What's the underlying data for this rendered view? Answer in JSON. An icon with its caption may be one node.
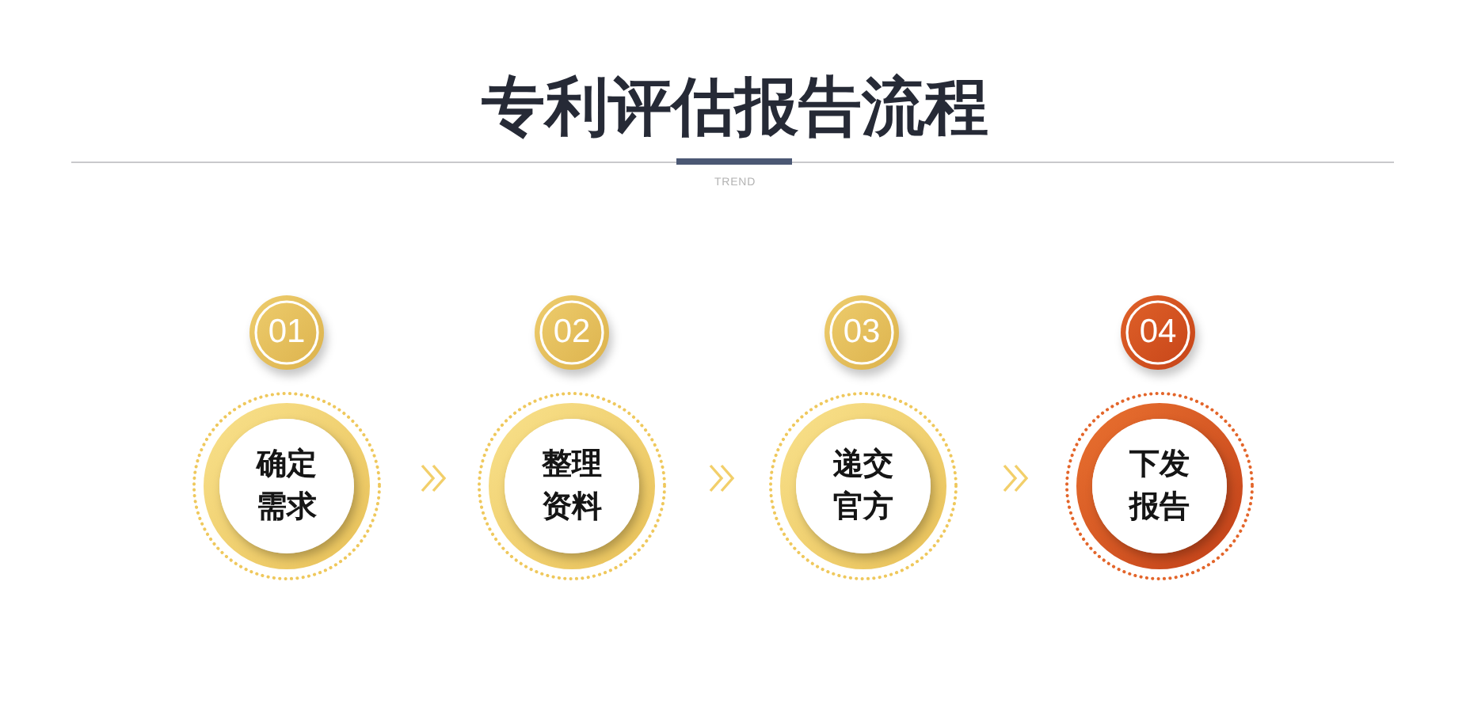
{
  "diagram": {
    "title": "专利评估报告流程",
    "nodes": [
      {
        "text": [
          "01"
        ]
      },
      {
        "text": [
          "确定需求"
        ]
      },
      {
        "text": [
          "02"
        ]
      },
      {
        "text": [
          "整理资料"
        ]
      },
      {
        "text": [
          "03"
        ]
      },
      {
        "text": [
          "递交官方"
        ]
      },
      {
        "text": [
          "04"
        ]
      },
      {
        "text": [
          "下发报告"
        ]
      }
    ],
    "edges": [
      {
        "from": 1,
        "to": 3,
        "arrow": "to"
      },
      {
        "from": 3,
        "to": 5,
        "arrow": "to"
      },
      {
        "from": 5,
        "to": 7,
        "arrow": "to"
      }
    ],
    "labels": [
      "TREND"
    ]
  }
}
